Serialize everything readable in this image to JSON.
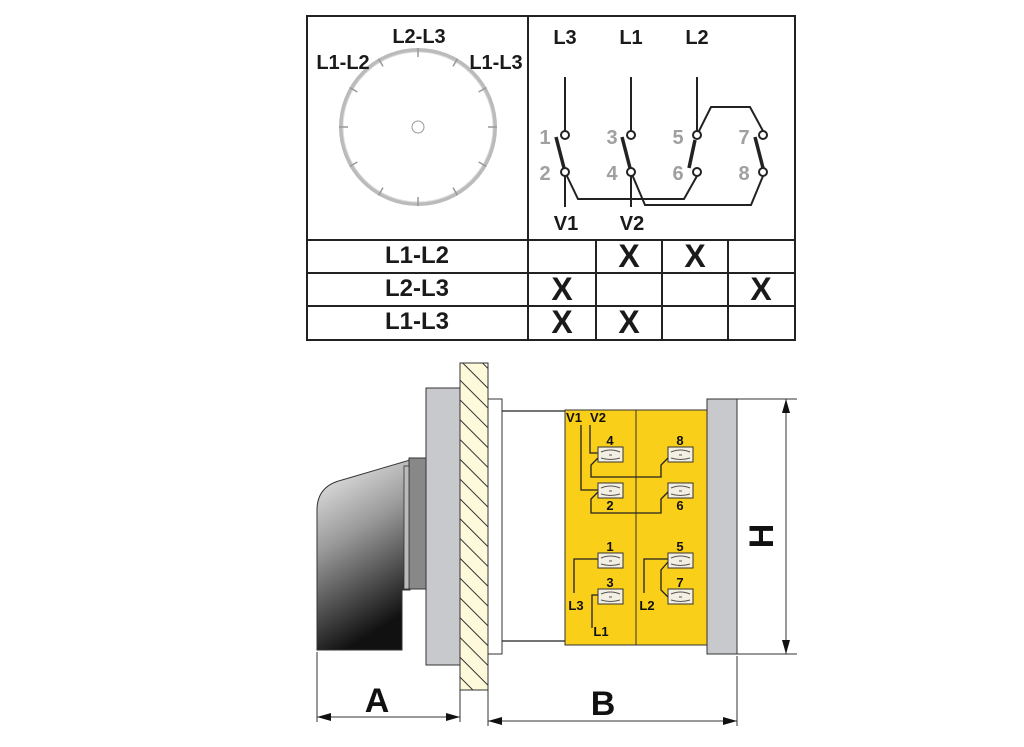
{
  "dial": {
    "top_label": "L2-L3",
    "left_label": "L1-L2",
    "right_label": "L1-L3"
  },
  "schematic": {
    "phases": [
      "L3",
      "L1",
      "L2"
    ],
    "contacts_top": [
      "1",
      "3",
      "5",
      "7"
    ],
    "contacts_bottom": [
      "2",
      "4",
      "6",
      "8"
    ],
    "outputs": [
      "V1",
      "V2"
    ]
  },
  "switching_table": {
    "rows": [
      {
        "position": "L1-L2",
        "marks": [
          "",
          "X",
          "X",
          ""
        ]
      },
      {
        "position": "L2-L3",
        "marks": [
          "X",
          "",
          "",
          "X"
        ]
      },
      {
        "position": "L1-L3",
        "marks": [
          "X",
          "X",
          "",
          ""
        ]
      }
    ]
  },
  "module": {
    "outputs": [
      "V1",
      "V2"
    ],
    "contacts": [
      "4",
      "8",
      "2",
      "6",
      "1",
      "5",
      "3",
      "7"
    ],
    "phases": [
      "L3",
      "L1",
      "L2"
    ]
  },
  "dimensions": {
    "a": "A",
    "b": "B",
    "h": "H"
  },
  "colors": {
    "module": "#f9cf1a",
    "panel": "#fdf9da",
    "plate": "#c8c9cc"
  }
}
